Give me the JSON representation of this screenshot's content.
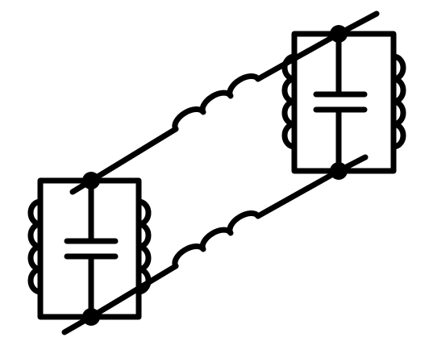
{
  "diagram": {
    "type": "circuit-schematic",
    "colors": {
      "stroke": "#000000",
      "background": "#ffffff"
    },
    "tanks": [
      {
        "name": "left-tank",
        "components": [
          "capacitor",
          "inductor-left",
          "inductor-right"
        ],
        "junctions": 2
      },
      {
        "name": "right-tank",
        "components": [
          "capacitor",
          "inductor-left",
          "inductor-right"
        ],
        "junctions": 2
      }
    ],
    "coupling": [
      {
        "name": "upper-coupling",
        "components": [
          "inductor"
        ]
      },
      {
        "name": "lower-coupling",
        "components": [
          "inductor"
        ]
      }
    ]
  }
}
